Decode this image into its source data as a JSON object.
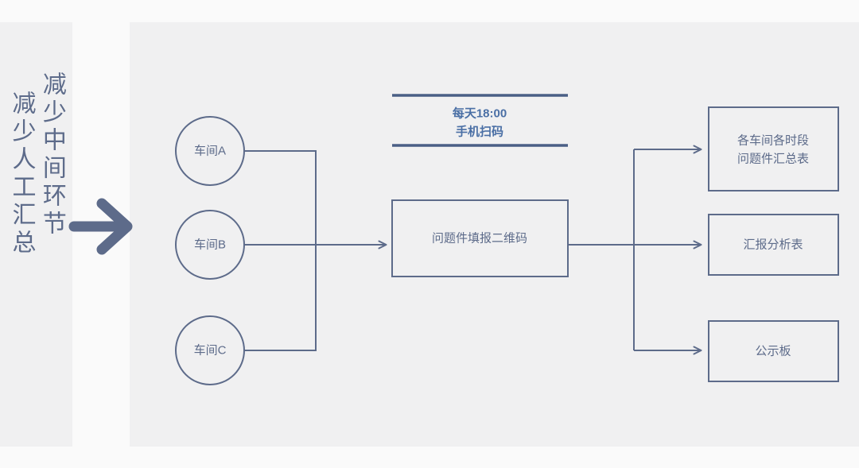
{
  "slide": {
    "background_color": "#fafafa",
    "panel_color": "#f0f0f1",
    "accent_color": "#5d6b8a",
    "note_color": "#4a6fa5"
  },
  "caption": {
    "line1": "减少中间环节",
    "line2": "减少人工汇总"
  },
  "big_arrow": {
    "name": "leads-to-arrow"
  },
  "sources": [
    {
      "id": "workshop-a",
      "label": "车间A"
    },
    {
      "id": "workshop-b",
      "label": "车间B"
    },
    {
      "id": "workshop-c",
      "label": "车间C"
    }
  ],
  "note": {
    "line1": "每天18:00",
    "line2": "手机扫码"
  },
  "process": {
    "id": "qr-form",
    "label": "问题件填报二维码"
  },
  "outputs": [
    {
      "id": "summary-table",
      "line1": "各车间各时段",
      "line2": "问题件汇总表"
    },
    {
      "id": "analysis-report",
      "line1": "汇报分析表",
      "line2": ""
    },
    {
      "id": "bulletin-board",
      "line1": "公示板",
      "line2": ""
    }
  ]
}
